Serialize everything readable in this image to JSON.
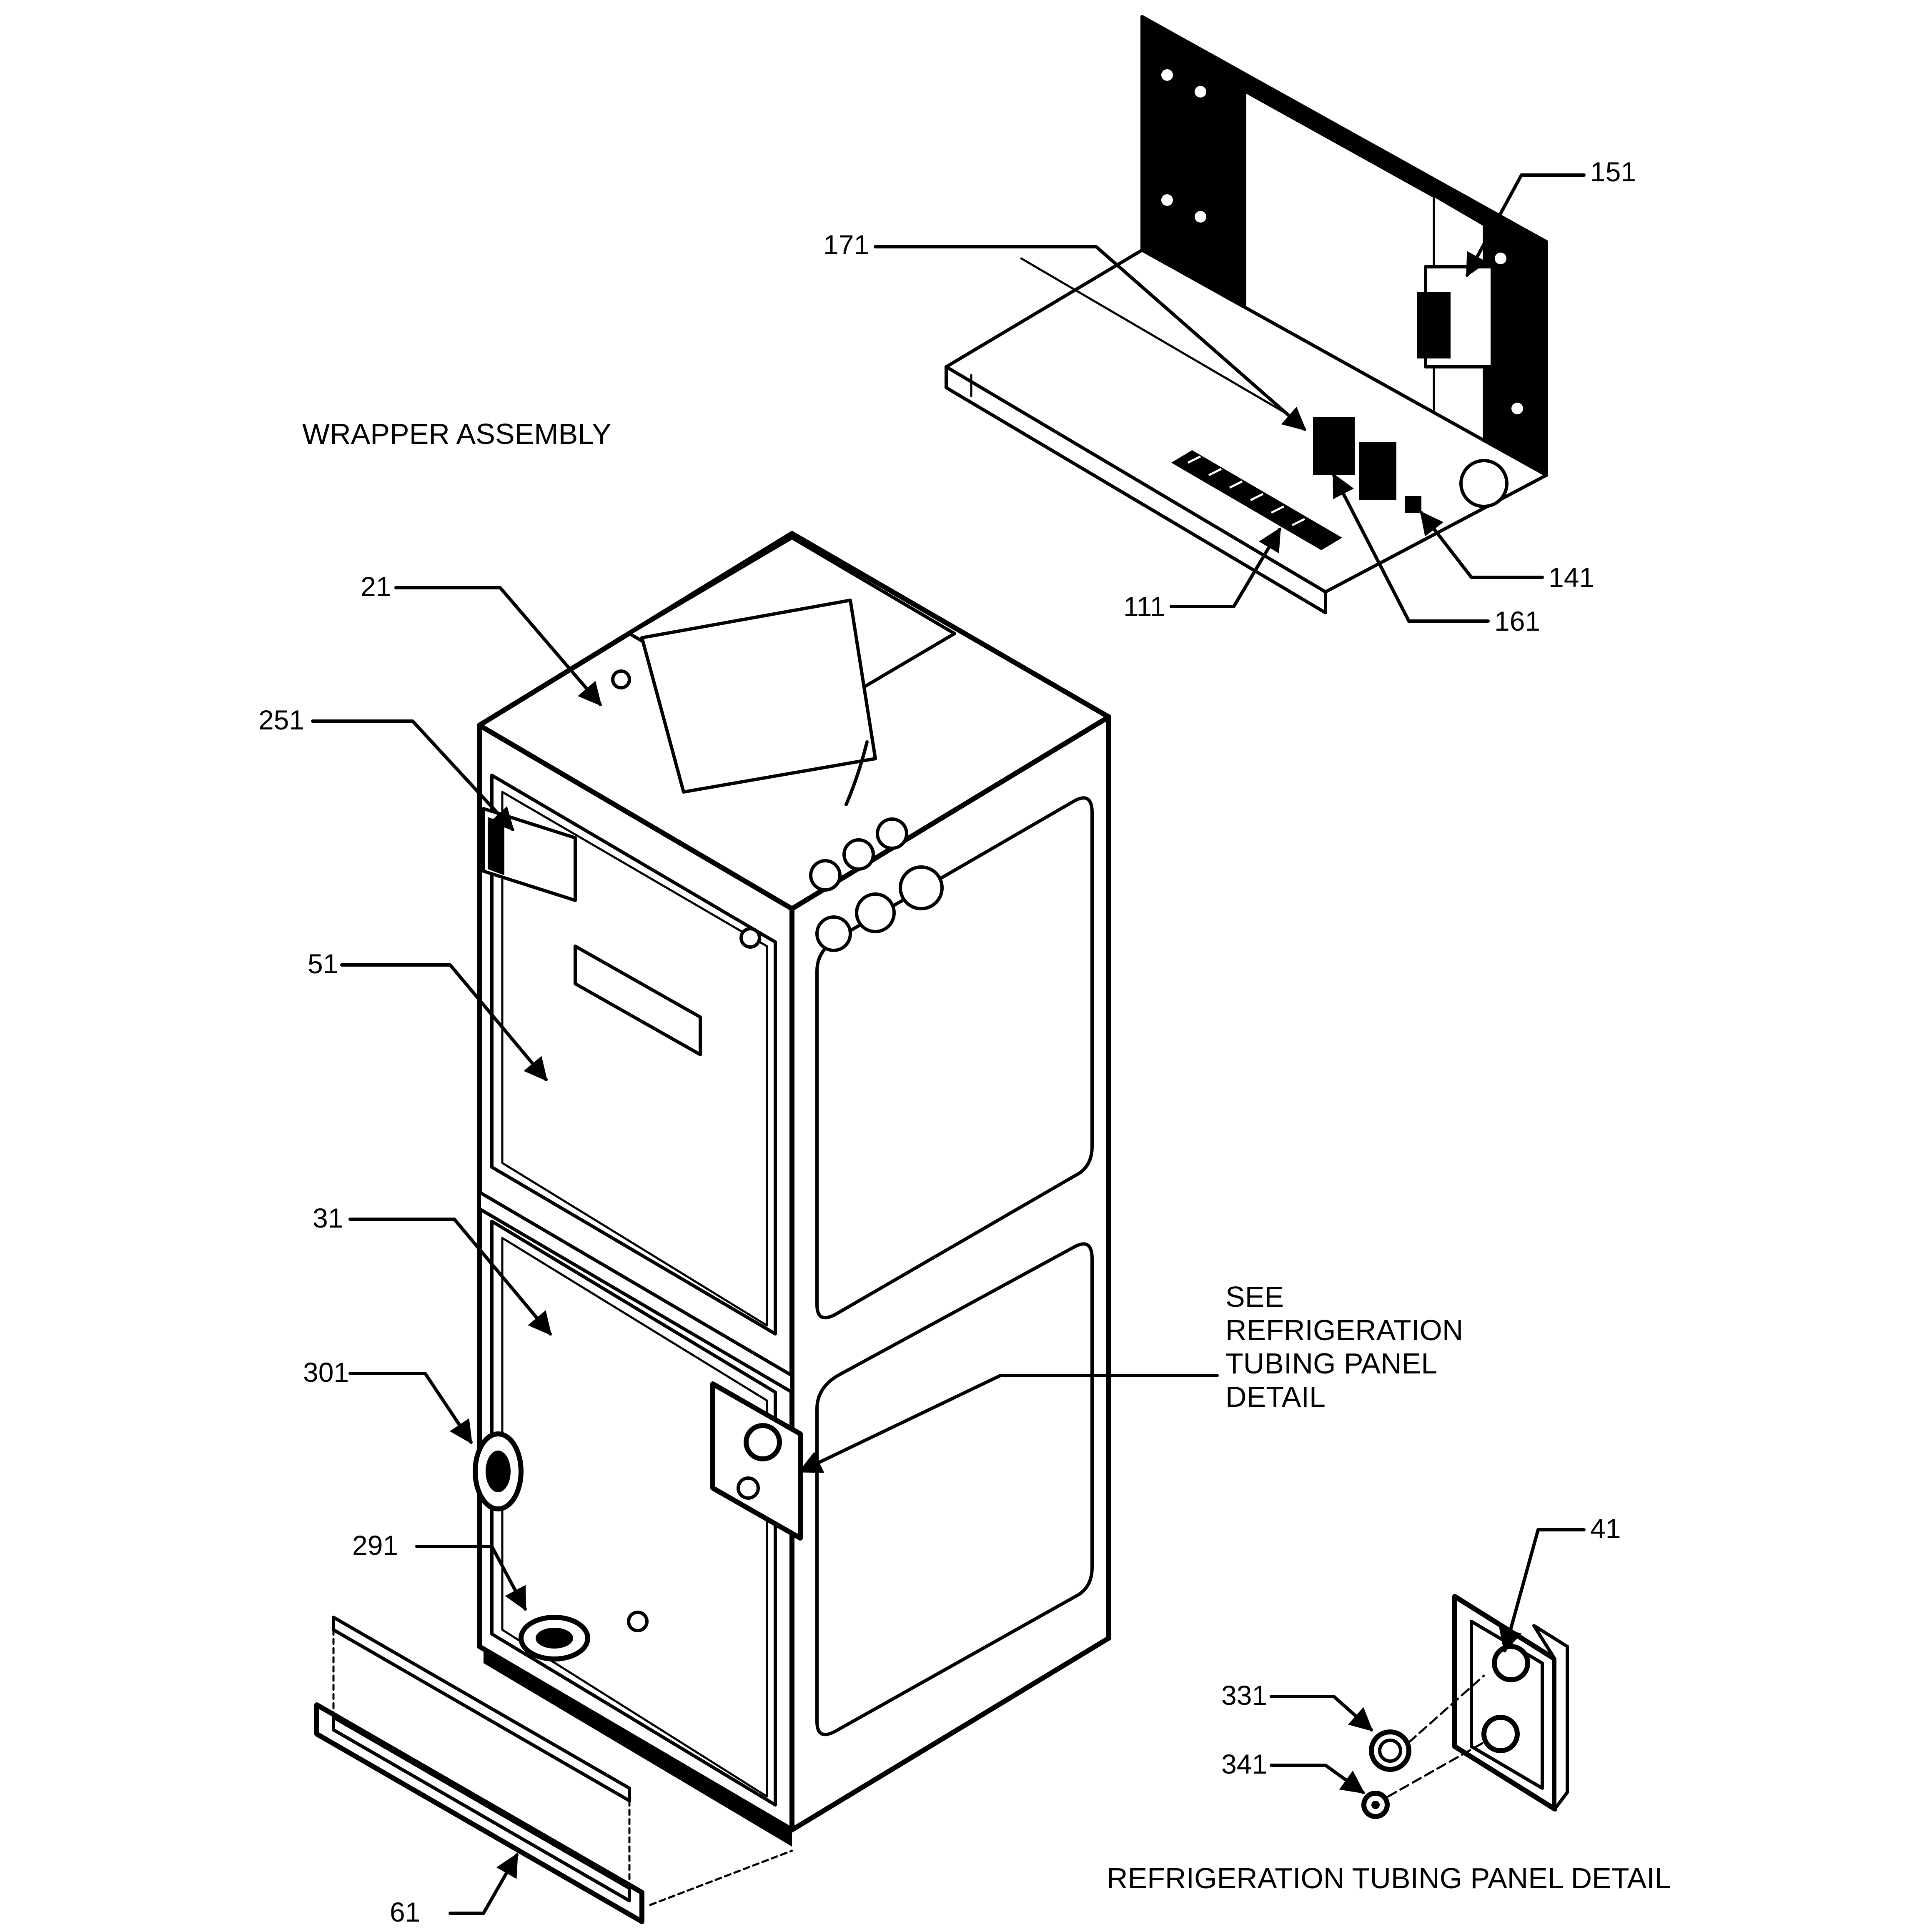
{
  "captions": {
    "wrapper_assembly": "WRAPPER ASSEMBLY",
    "see_detail": [
      "SEE",
      "REFRIGERATION",
      "TUBING PANEL",
      "DETAIL"
    ],
    "detail_title": "REFRIGERATION TUBING PANEL DETAIL"
  },
  "callouts": {
    "c151": "151",
    "c171": "171",
    "c141": "141",
    "c111": "111",
    "c161": "161",
    "c21": "21",
    "c251": "251",
    "c51": "51",
    "c31": "31",
    "c301": "301",
    "c291": "291",
    "c61": "61",
    "c41": "41",
    "c331": "331",
    "c341": "341"
  }
}
